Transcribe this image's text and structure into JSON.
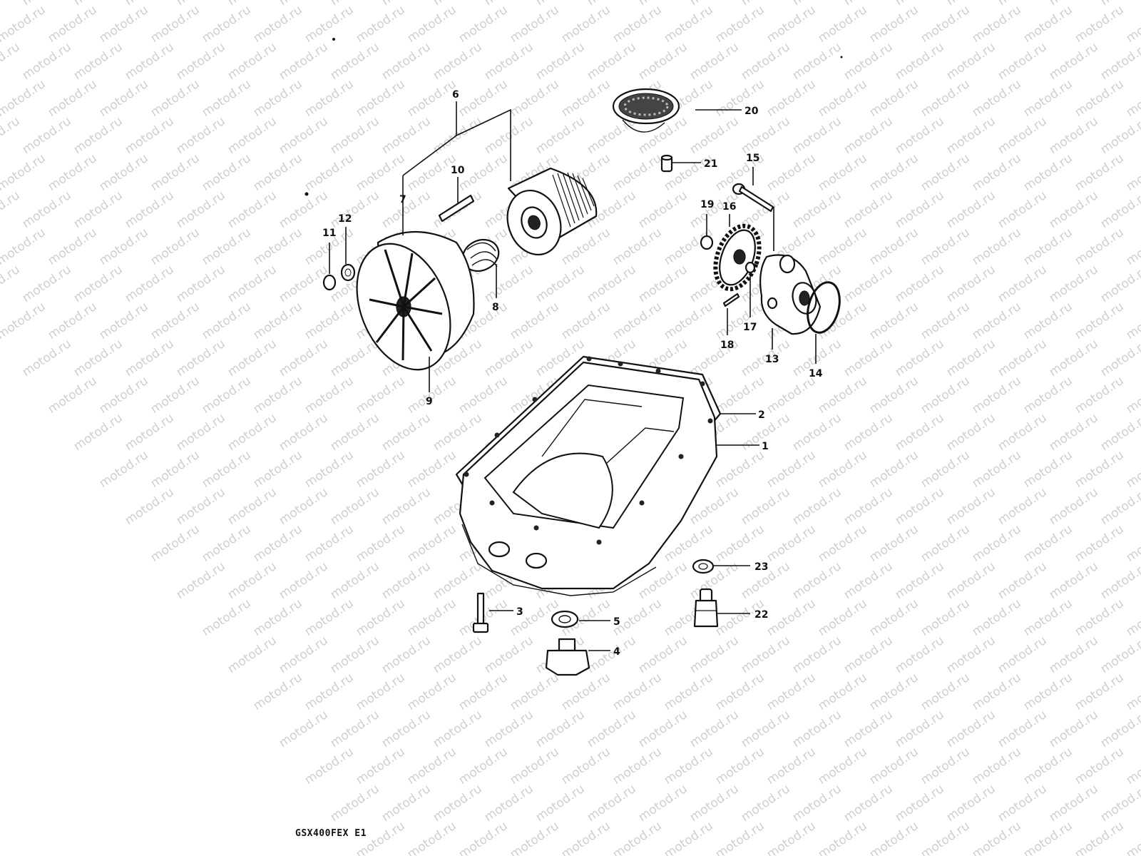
{
  "watermark": {
    "text": "motod.ru",
    "color": "#cfcfcf"
  },
  "diagram": {
    "model_code": "GSX400FEX E1",
    "callouts": [
      {
        "id": "c1",
        "label": "1"
      },
      {
        "id": "c2",
        "label": "2"
      },
      {
        "id": "c3",
        "label": "3"
      },
      {
        "id": "c4",
        "label": "4"
      },
      {
        "id": "c5",
        "label": "5"
      },
      {
        "id": "c6",
        "label": "6"
      },
      {
        "id": "c7",
        "label": "7"
      },
      {
        "id": "c8",
        "label": "8"
      },
      {
        "id": "c9",
        "label": "9"
      },
      {
        "id": "c10",
        "label": "10"
      },
      {
        "id": "c11",
        "label": "11"
      },
      {
        "id": "c12",
        "label": "12"
      },
      {
        "id": "c13",
        "label": "13"
      },
      {
        "id": "c14",
        "label": "14"
      },
      {
        "id": "c15",
        "label": "15"
      },
      {
        "id": "c16",
        "label": "16"
      },
      {
        "id": "c17",
        "label": "17"
      },
      {
        "id": "c18",
        "label": "18"
      },
      {
        "id": "c19",
        "label": "19"
      },
      {
        "id": "c20",
        "label": "20"
      },
      {
        "id": "c21",
        "label": "21"
      },
      {
        "id": "c22",
        "label": "22"
      },
      {
        "id": "c23",
        "label": "23"
      }
    ],
    "parts": [
      {
        "key": "oil-pan",
        "icon": "oil-pan-icon"
      },
      {
        "key": "oil-pan-gasket",
        "icon": "gasket-icon"
      },
      {
        "key": "oil-filter",
        "icon": "oil-filter-icon"
      },
      {
        "key": "oil-filter-cover",
        "icon": "filter-cover-icon"
      },
      {
        "key": "oil-pump",
        "icon": "oil-pump-icon"
      },
      {
        "key": "pump-gear",
        "icon": "gear-icon"
      },
      {
        "key": "oil-strainer",
        "icon": "strainer-icon"
      },
      {
        "key": "drain-plug",
        "icon": "drain-plug-icon"
      },
      {
        "key": "oil-pressure-switch",
        "icon": "pressure-switch-icon"
      }
    ]
  }
}
